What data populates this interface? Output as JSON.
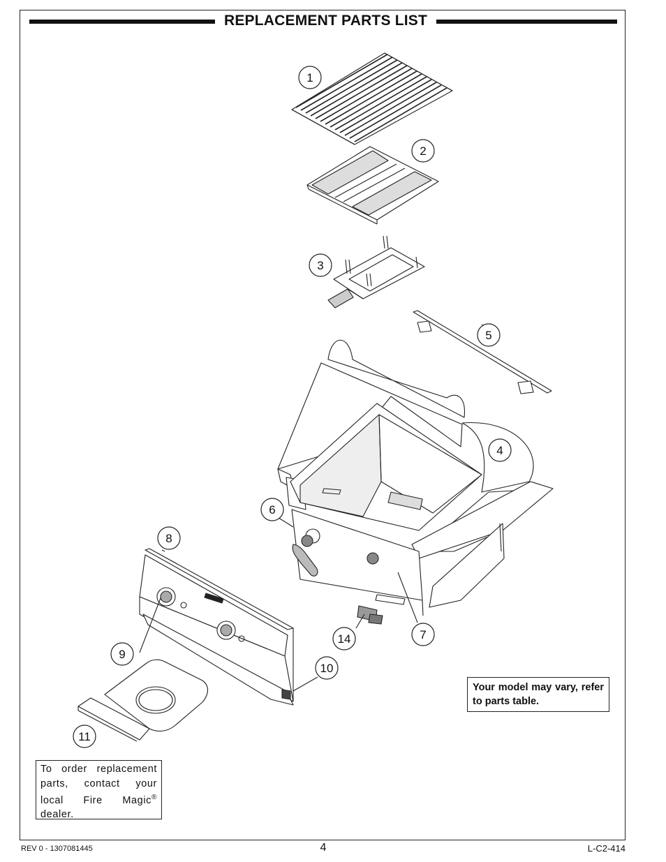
{
  "header": {
    "title": "REPLACEMENT PARTS LIST"
  },
  "callouts": [
    "1",
    "2",
    "3",
    "4",
    "5",
    "6",
    "7",
    "8",
    "9",
    "10",
    "11",
    "14"
  ],
  "note": {
    "text": "Your model may vary, refer to parts table."
  },
  "order_box": {
    "text_main": "To order replacement parts, contact your local Fire Magic",
    "trademark": "®",
    "text_end": "dealer."
  },
  "footer": {
    "revision": "REV 0 - 1307081445",
    "page_number": "4",
    "doc_code": "L-C2-414"
  }
}
